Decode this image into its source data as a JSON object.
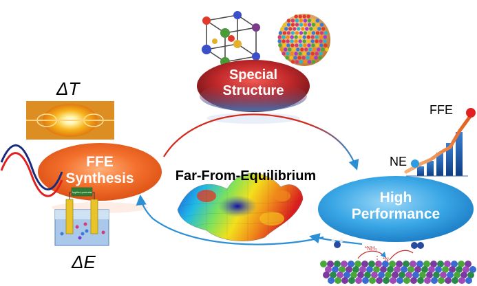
{
  "center_title": "Far-From-Equilibrium",
  "nodes": {
    "special": {
      "line1": "Special",
      "line2": "Structure",
      "color_top": "#c0282a",
      "color_bottom": "#3f7fc8"
    },
    "ffe": {
      "line1": "FFE",
      "line2": "Synthesis",
      "color": "#f06a2a"
    },
    "high": {
      "line1": "High",
      "line2": "Performance",
      "color": "#35a3e4"
    }
  },
  "symbols": {
    "delta_t": "ΔT",
    "delta_e": "ΔE"
  },
  "performance_chart": {
    "ne_label": "NE",
    "ffe_label": "FFE",
    "ne_color": "#2c9be0",
    "ffe_color": "#e22020"
  },
  "electrode_label": "Applied potential",
  "surface_labels": {
    "nh3": "*NH₃",
    "n": "*N"
  },
  "arrow_colors": {
    "red": "#d32a1e",
    "blue": "#2b8fd6"
  }
}
